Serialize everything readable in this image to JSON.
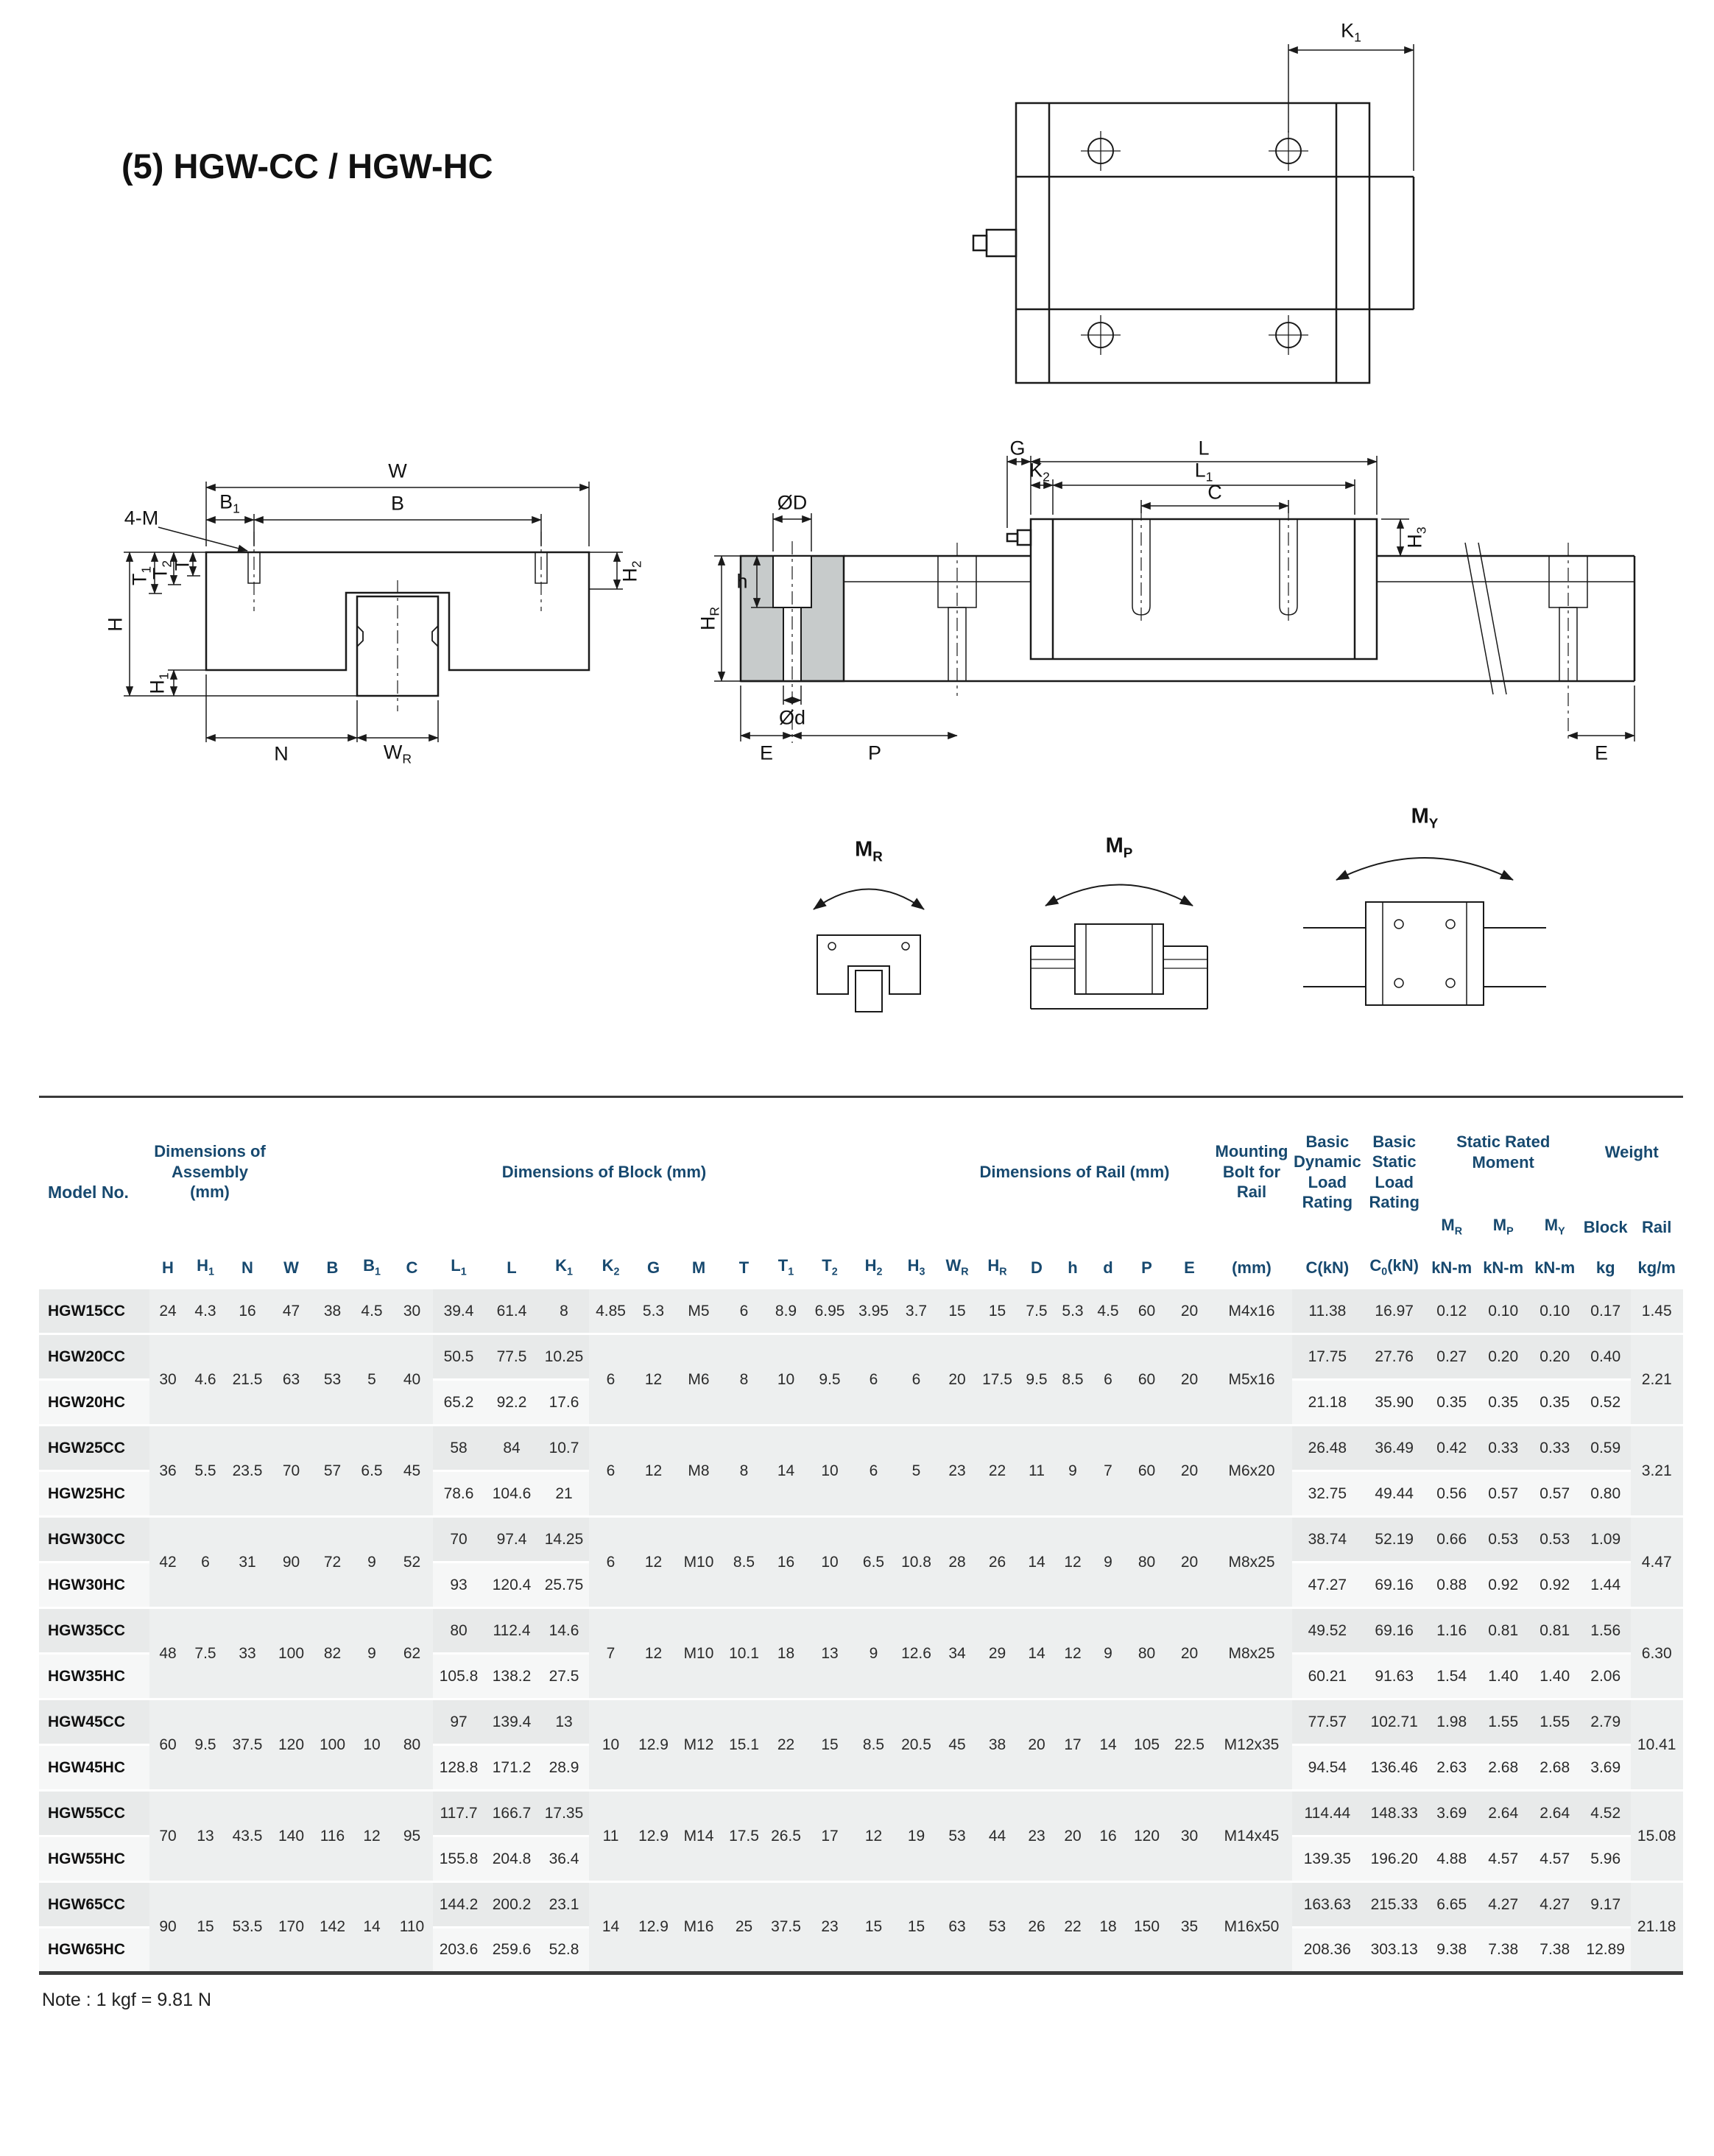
{
  "page": {
    "title": "(5) HGW-CC / HGW-HC",
    "note": "Note : 1 kgf = 9.81 N"
  },
  "diagrams": {
    "top_view": {
      "K1": "K_1"
    },
    "front_view": {
      "W": "W",
      "B1": "B_1",
      "B": "B",
      "fourM": "4-M",
      "T1": "T_1",
      "T2": "T_2",
      "T": "T",
      "H2": "H_2",
      "H": "H",
      "H1": "H_1",
      "N": "N",
      "WR": "W_R"
    },
    "side_view": {
      "G": "G",
      "K2": "K_2",
      "L": "L",
      "L1": "L_1",
      "C": "C",
      "OD": "ØD",
      "h": "h",
      "HR": "H_R",
      "Od": "Ød",
      "E_left": "E",
      "P": "P",
      "H3": "H_3",
      "E_right": "E"
    },
    "moments": {
      "MR": "M_R",
      "MP": "M_P",
      "MY": "M_Y"
    }
  },
  "table": {
    "headers": {
      "model": "Model No.",
      "assembly": "Dimensions of Assembly (mm)",
      "block": "Dimensions of Block (mm)",
      "rail": "Dimensions of Rail (mm)",
      "bolt": "Mounting Bolt for Rail",
      "dynamic": "Basic Dynamic Load Rating",
      "static": "Basic Static Load Rating",
      "moment": "Static Rated Moment",
      "weight": "Weight",
      "mr": "M_R",
      "mp": "M_P",
      "my": "M_Y",
      "block_w": "Block",
      "rail_w": "Rail",
      "sym": [
        "H",
        "H_1",
        "N",
        "W",
        "B",
        "B_1",
        "C",
        "L_1",
        "L",
        "K_1",
        "K_2",
        "G",
        "M",
        "T",
        "T_1",
        "T_2",
        "H_2",
        "H_3",
        "W_R",
        "H_R",
        "D",
        "h",
        "d",
        "P",
        "E",
        "(mm)",
        "C(kN)",
        "C_0(kN)",
        "kN-m",
        "kN-m",
        "kN-m",
        "kg",
        "kg/m"
      ]
    },
    "groups": [
      {
        "shared": {
          "H": "24",
          "H1": "4.3",
          "N": "16",
          "W": "47",
          "B": "38",
          "B1": "4.5",
          "C": "30",
          "K2": "4.85",
          "G": "5.3",
          "M": "M5",
          "T": "6",
          "T1": "8.9",
          "T2": "6.95",
          "H2": "3.95",
          "H3": "3.7",
          "WR": "15",
          "HR": "15",
          "D": "7.5",
          "h": "5.3",
          "d": "4.5",
          "P": "60",
          "E": "20",
          "bolt": "M4x16",
          "rail": "1.45"
        },
        "rows": [
          {
            "model": "HGW15CC",
            "L1": "39.4",
            "L": "61.4",
            "K1": "8",
            "Cdyn": "11.38",
            "C0": "16.97",
            "MR": "0.12",
            "MP": "0.10",
            "MY": "0.10",
            "block": "0.17"
          }
        ]
      },
      {
        "shared": {
          "H": "30",
          "H1": "4.6",
          "N": "21.5",
          "W": "63",
          "B": "53",
          "B1": "5",
          "C": "40",
          "K2": "6",
          "G": "12",
          "M": "M6",
          "T": "8",
          "T1": "10",
          "T2": "9.5",
          "H2": "6",
          "H3": "6",
          "WR": "20",
          "HR": "17.5",
          "D": "9.5",
          "h": "8.5",
          "d": "6",
          "P": "60",
          "E": "20",
          "bolt": "M5x16",
          "rail": "2.21"
        },
        "rows": [
          {
            "model": "HGW20CC",
            "L1": "50.5",
            "L": "77.5",
            "K1": "10.25",
            "Cdyn": "17.75",
            "C0": "27.76",
            "MR": "0.27",
            "MP": "0.20",
            "MY": "0.20",
            "block": "0.40"
          },
          {
            "model": "HGW20HC",
            "L1": "65.2",
            "L": "92.2",
            "K1": "17.6",
            "Cdyn": "21.18",
            "C0": "35.90",
            "MR": "0.35",
            "MP": "0.35",
            "MY": "0.35",
            "block": "0.52"
          }
        ]
      },
      {
        "shared": {
          "H": "36",
          "H1": "5.5",
          "N": "23.5",
          "W": "70",
          "B": "57",
          "B1": "6.5",
          "C": "45",
          "K2": "6",
          "G": "12",
          "M": "M8",
          "T": "8",
          "T1": "14",
          "T2": "10",
          "H2": "6",
          "H3": "5",
          "WR": "23",
          "HR": "22",
          "D": "11",
          "h": "9",
          "d": "7",
          "P": "60",
          "E": "20",
          "bolt": "M6x20",
          "rail": "3.21"
        },
        "rows": [
          {
            "model": "HGW25CC",
            "L1": "58",
            "L": "84",
            "K1": "10.7",
            "Cdyn": "26.48",
            "C0": "36.49",
            "MR": "0.42",
            "MP": "0.33",
            "MY": "0.33",
            "block": "0.59"
          },
          {
            "model": "HGW25HC",
            "L1": "78.6",
            "L": "104.6",
            "K1": "21",
            "Cdyn": "32.75",
            "C0": "49.44",
            "MR": "0.56",
            "MP": "0.57",
            "MY": "0.57",
            "block": "0.80"
          }
        ]
      },
      {
        "shared": {
          "H": "42",
          "H1": "6",
          "N": "31",
          "W": "90",
          "B": "72",
          "B1": "9",
          "C": "52",
          "K2": "6",
          "G": "12",
          "M": "M10",
          "T": "8.5",
          "T1": "16",
          "T2": "10",
          "H2": "6.5",
          "H3": "10.8",
          "WR": "28",
          "HR": "26",
          "D": "14",
          "h": "12",
          "d": "9",
          "P": "80",
          "E": "20",
          "bolt": "M8x25",
          "rail": "4.47"
        },
        "rows": [
          {
            "model": "HGW30CC",
            "L1": "70",
            "L": "97.4",
            "K1": "14.25",
            "Cdyn": "38.74",
            "C0": "52.19",
            "MR": "0.66",
            "MP": "0.53",
            "MY": "0.53",
            "block": "1.09"
          },
          {
            "model": "HGW30HC",
            "L1": "93",
            "L": "120.4",
            "K1": "25.75",
            "Cdyn": "47.27",
            "C0": "69.16",
            "MR": "0.88",
            "MP": "0.92",
            "MY": "0.92",
            "block": "1.44"
          }
        ]
      },
      {
        "shared": {
          "H": "48",
          "H1": "7.5",
          "N": "33",
          "W": "100",
          "B": "82",
          "B1": "9",
          "C": "62",
          "K2": "7",
          "G": "12",
          "M": "M10",
          "T": "10.1",
          "T1": "18",
          "T2": "13",
          "H2": "9",
          "H3": "12.6",
          "WR": "34",
          "HR": "29",
          "D": "14",
          "h": "12",
          "d": "9",
          "P": "80",
          "E": "20",
          "bolt": "M8x25",
          "rail": "6.30"
        },
        "rows": [
          {
            "model": "HGW35CC",
            "L1": "80",
            "L": "112.4",
            "K1": "14.6",
            "Cdyn": "49.52",
            "C0": "69.16",
            "MR": "1.16",
            "MP": "0.81",
            "MY": "0.81",
            "block": "1.56"
          },
          {
            "model": "HGW35HC",
            "L1": "105.8",
            "L": "138.2",
            "K1": "27.5",
            "Cdyn": "60.21",
            "C0": "91.63",
            "MR": "1.54",
            "MP": "1.40",
            "MY": "1.40",
            "block": "2.06"
          }
        ]
      },
      {
        "shared": {
          "H": "60",
          "H1": "9.5",
          "N": "37.5",
          "W": "120",
          "B": "100",
          "B1": "10",
          "C": "80",
          "K2": "10",
          "G": "12.9",
          "M": "M12",
          "T": "15.1",
          "T1": "22",
          "T2": "15",
          "H2": "8.5",
          "H3": "20.5",
          "WR": "45",
          "HR": "38",
          "D": "20",
          "h": "17",
          "d": "14",
          "P": "105",
          "E": "22.5",
          "bolt": "M12x35",
          "rail": "10.41"
        },
        "rows": [
          {
            "model": "HGW45CC",
            "L1": "97",
            "L": "139.4",
            "K1": "13",
            "Cdyn": "77.57",
            "C0": "102.71",
            "MR": "1.98",
            "MP": "1.55",
            "MY": "1.55",
            "block": "2.79"
          },
          {
            "model": "HGW45HC",
            "L1": "128.8",
            "L": "171.2",
            "K1": "28.9",
            "Cdyn": "94.54",
            "C0": "136.46",
            "MR": "2.63",
            "MP": "2.68",
            "MY": "2.68",
            "block": "3.69"
          }
        ]
      },
      {
        "shared": {
          "H": "70",
          "H1": "13",
          "N": "43.5",
          "W": "140",
          "B": "116",
          "B1": "12",
          "C": "95",
          "K2": "11",
          "G": "12.9",
          "M": "M14",
          "T": "17.5",
          "T1": "26.5",
          "T2": "17",
          "H2": "12",
          "H3": "19",
          "WR": "53",
          "HR": "44",
          "D": "23",
          "h": "20",
          "d": "16",
          "P": "120",
          "E": "30",
          "bolt": "M14x45",
          "rail": "15.08"
        },
        "rows": [
          {
            "model": "HGW55CC",
            "L1": "117.7",
            "L": "166.7",
            "K1": "17.35",
            "Cdyn": "114.44",
            "C0": "148.33",
            "MR": "3.69",
            "MP": "2.64",
            "MY": "2.64",
            "block": "4.52"
          },
          {
            "model": "HGW55HC",
            "L1": "155.8",
            "L": "204.8",
            "K1": "36.4",
            "Cdyn": "139.35",
            "C0": "196.20",
            "MR": "4.88",
            "MP": "4.57",
            "MY": "4.57",
            "block": "5.96"
          }
        ]
      },
      {
        "shared": {
          "H": "90",
          "H1": "15",
          "N": "53.5",
          "W": "170",
          "B": "142",
          "B1": "14",
          "C": "110",
          "K2": "14",
          "G": "12.9",
          "M": "M16",
          "T": "25",
          "T1": "37.5",
          "T2": "23",
          "H2": "15",
          "H3": "15",
          "WR": "63",
          "HR": "53",
          "D": "26",
          "h": "22",
          "d": "18",
          "P": "150",
          "E": "35",
          "bolt": "M16x50",
          "rail": "21.18"
        },
        "rows": [
          {
            "model": "HGW65CC",
            "L1": "144.2",
            "L": "200.2",
            "K1": "23.1",
            "Cdyn": "163.63",
            "C0": "215.33",
            "MR": "6.65",
            "MP": "4.27",
            "MY": "4.27",
            "block": "9.17"
          },
          {
            "model": "HGW65HC",
            "L1": "203.6",
            "L": "259.6",
            "K1": "52.8",
            "Cdyn": "208.36",
            "C0": "303.13",
            "MR": "9.38",
            "MP": "7.38",
            "MY": "7.38",
            "block": "12.89"
          }
        ]
      }
    ]
  }
}
